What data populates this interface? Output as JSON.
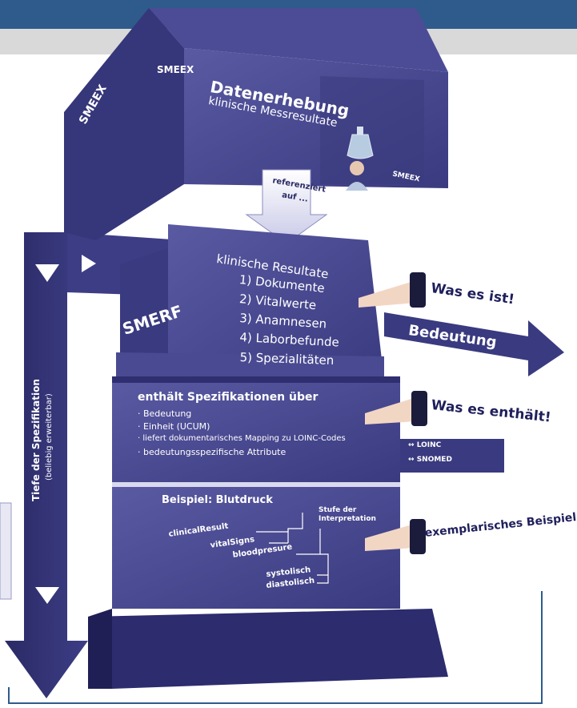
{
  "colors": {
    "header": "#2f5a8c",
    "band": "#d9d9d9",
    "block": "#4a4a8c",
    "block_dark": "#2c2c6e",
    "block_light": "#6d6db3",
    "text": "#ffffff",
    "hand": "#f2d6c4",
    "cuff": "#1b1b3c"
  },
  "top_block": {
    "side_label": "SMEEX",
    "top_label": "SMEEX",
    "right_label": "SMEEX",
    "title": "Datenerhebung",
    "subtitle": "klinische Messresultate",
    "icons": [
      "flask-icon",
      "doctor-icon"
    ]
  },
  "arrow_down": {
    "line1": "referenziert",
    "line2": "auf ..."
  },
  "smerf_block": {
    "label": "SMERF",
    "heading": "klinische Resultate",
    "items": [
      "1) Dokumente",
      "2) Vitalwerte",
      "3) Anamnesen",
      "4) Laborbefunde",
      "5) Spezialitäten"
    ]
  },
  "callouts": {
    "was_es_ist": "Was es ist!",
    "bedeutung": "Bedeutung",
    "was_es_enthaelt": "Was es enthält!",
    "exemplarisch": "exemplarisches Beispiel"
  },
  "spec_block": {
    "heading": "enthält Spezifikationen über",
    "items": [
      "· Bedeutung",
      "· Einheit (UCUM)",
      "· liefert dokumentarisches Mapping zu LOINC-Codes",
      "· bedeutungsspezifische Attribute"
    ],
    "mapping": [
      "LOINC",
      "SNOMED"
    ]
  },
  "example_block": {
    "heading": "Beispiel: Blutdruck",
    "level_label_1": "Stufe der",
    "level_label_2": "Interpretation",
    "tree": [
      "clinicalResult",
      "vitalSigns",
      "bloodpresure",
      "systolisch",
      "diastolisch"
    ]
  },
  "depth_axis": {
    "label": "Tiefe der Spezifikation",
    "sublabel": "(beliebig erweiterbar)"
  }
}
